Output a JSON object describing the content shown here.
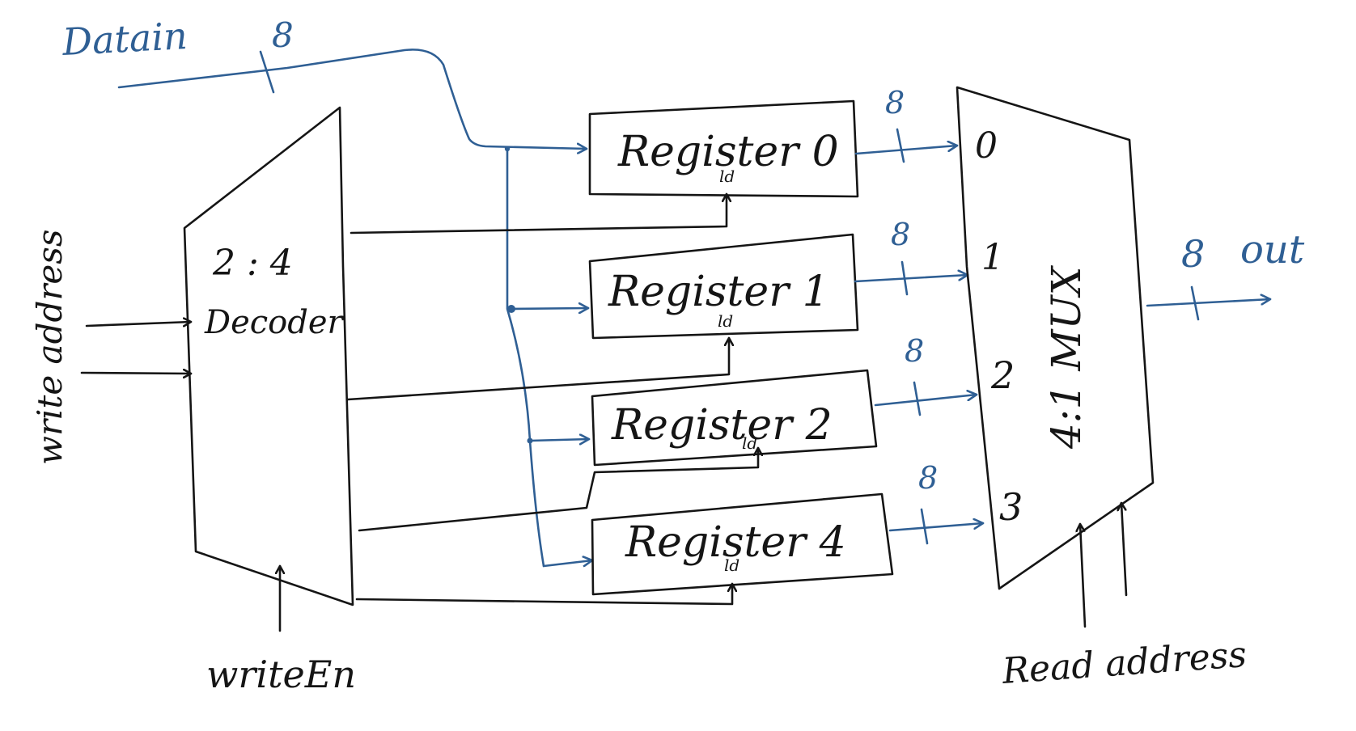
{
  "colors": {
    "ink_black": "#151515",
    "ink_blue": "#2f5f94"
  },
  "labels": {
    "datain": "Datain",
    "datain_width": "8",
    "write_address": "write address",
    "write_en": "writeEn",
    "read_address": "Read address",
    "out": "out",
    "out_width": "8"
  },
  "decoder": {
    "ratio": "2 : 4",
    "name": "Decoder"
  },
  "mux": {
    "name": "4:1 MUX",
    "inputs": [
      "0",
      "1",
      "2",
      "3"
    ]
  },
  "registers": [
    {
      "name": "Register 0",
      "load": "ld",
      "width": "8"
    },
    {
      "name": "Register 1",
      "load": "ld",
      "width": "8"
    },
    {
      "name": "Register 2",
      "load": "ld",
      "width": "8"
    },
    {
      "name": "Register 4",
      "load": "ld",
      "width": "8"
    }
  ]
}
